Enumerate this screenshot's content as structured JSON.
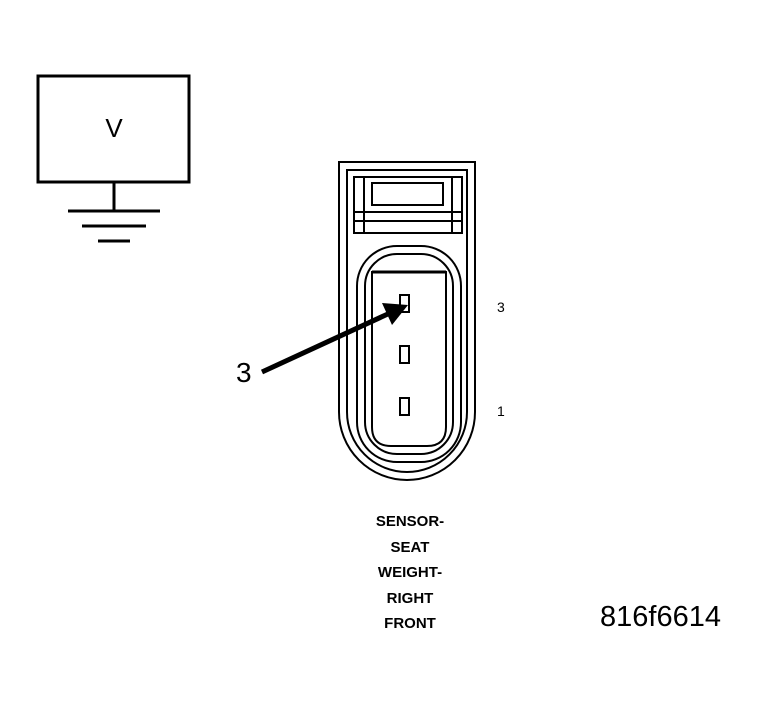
{
  "voltmeter": {
    "symbol": "V"
  },
  "callout": {
    "number": "3"
  },
  "connector": {
    "pin_labels": {
      "top": "3",
      "bottom": "1"
    },
    "label_lines": [
      "SENSOR-",
      "SEAT",
      "WEIGHT-",
      "RIGHT",
      "FRONT"
    ]
  },
  "figure_id": "816f6614",
  "colors": {
    "line": "#000000",
    "background": "#ffffff"
  }
}
